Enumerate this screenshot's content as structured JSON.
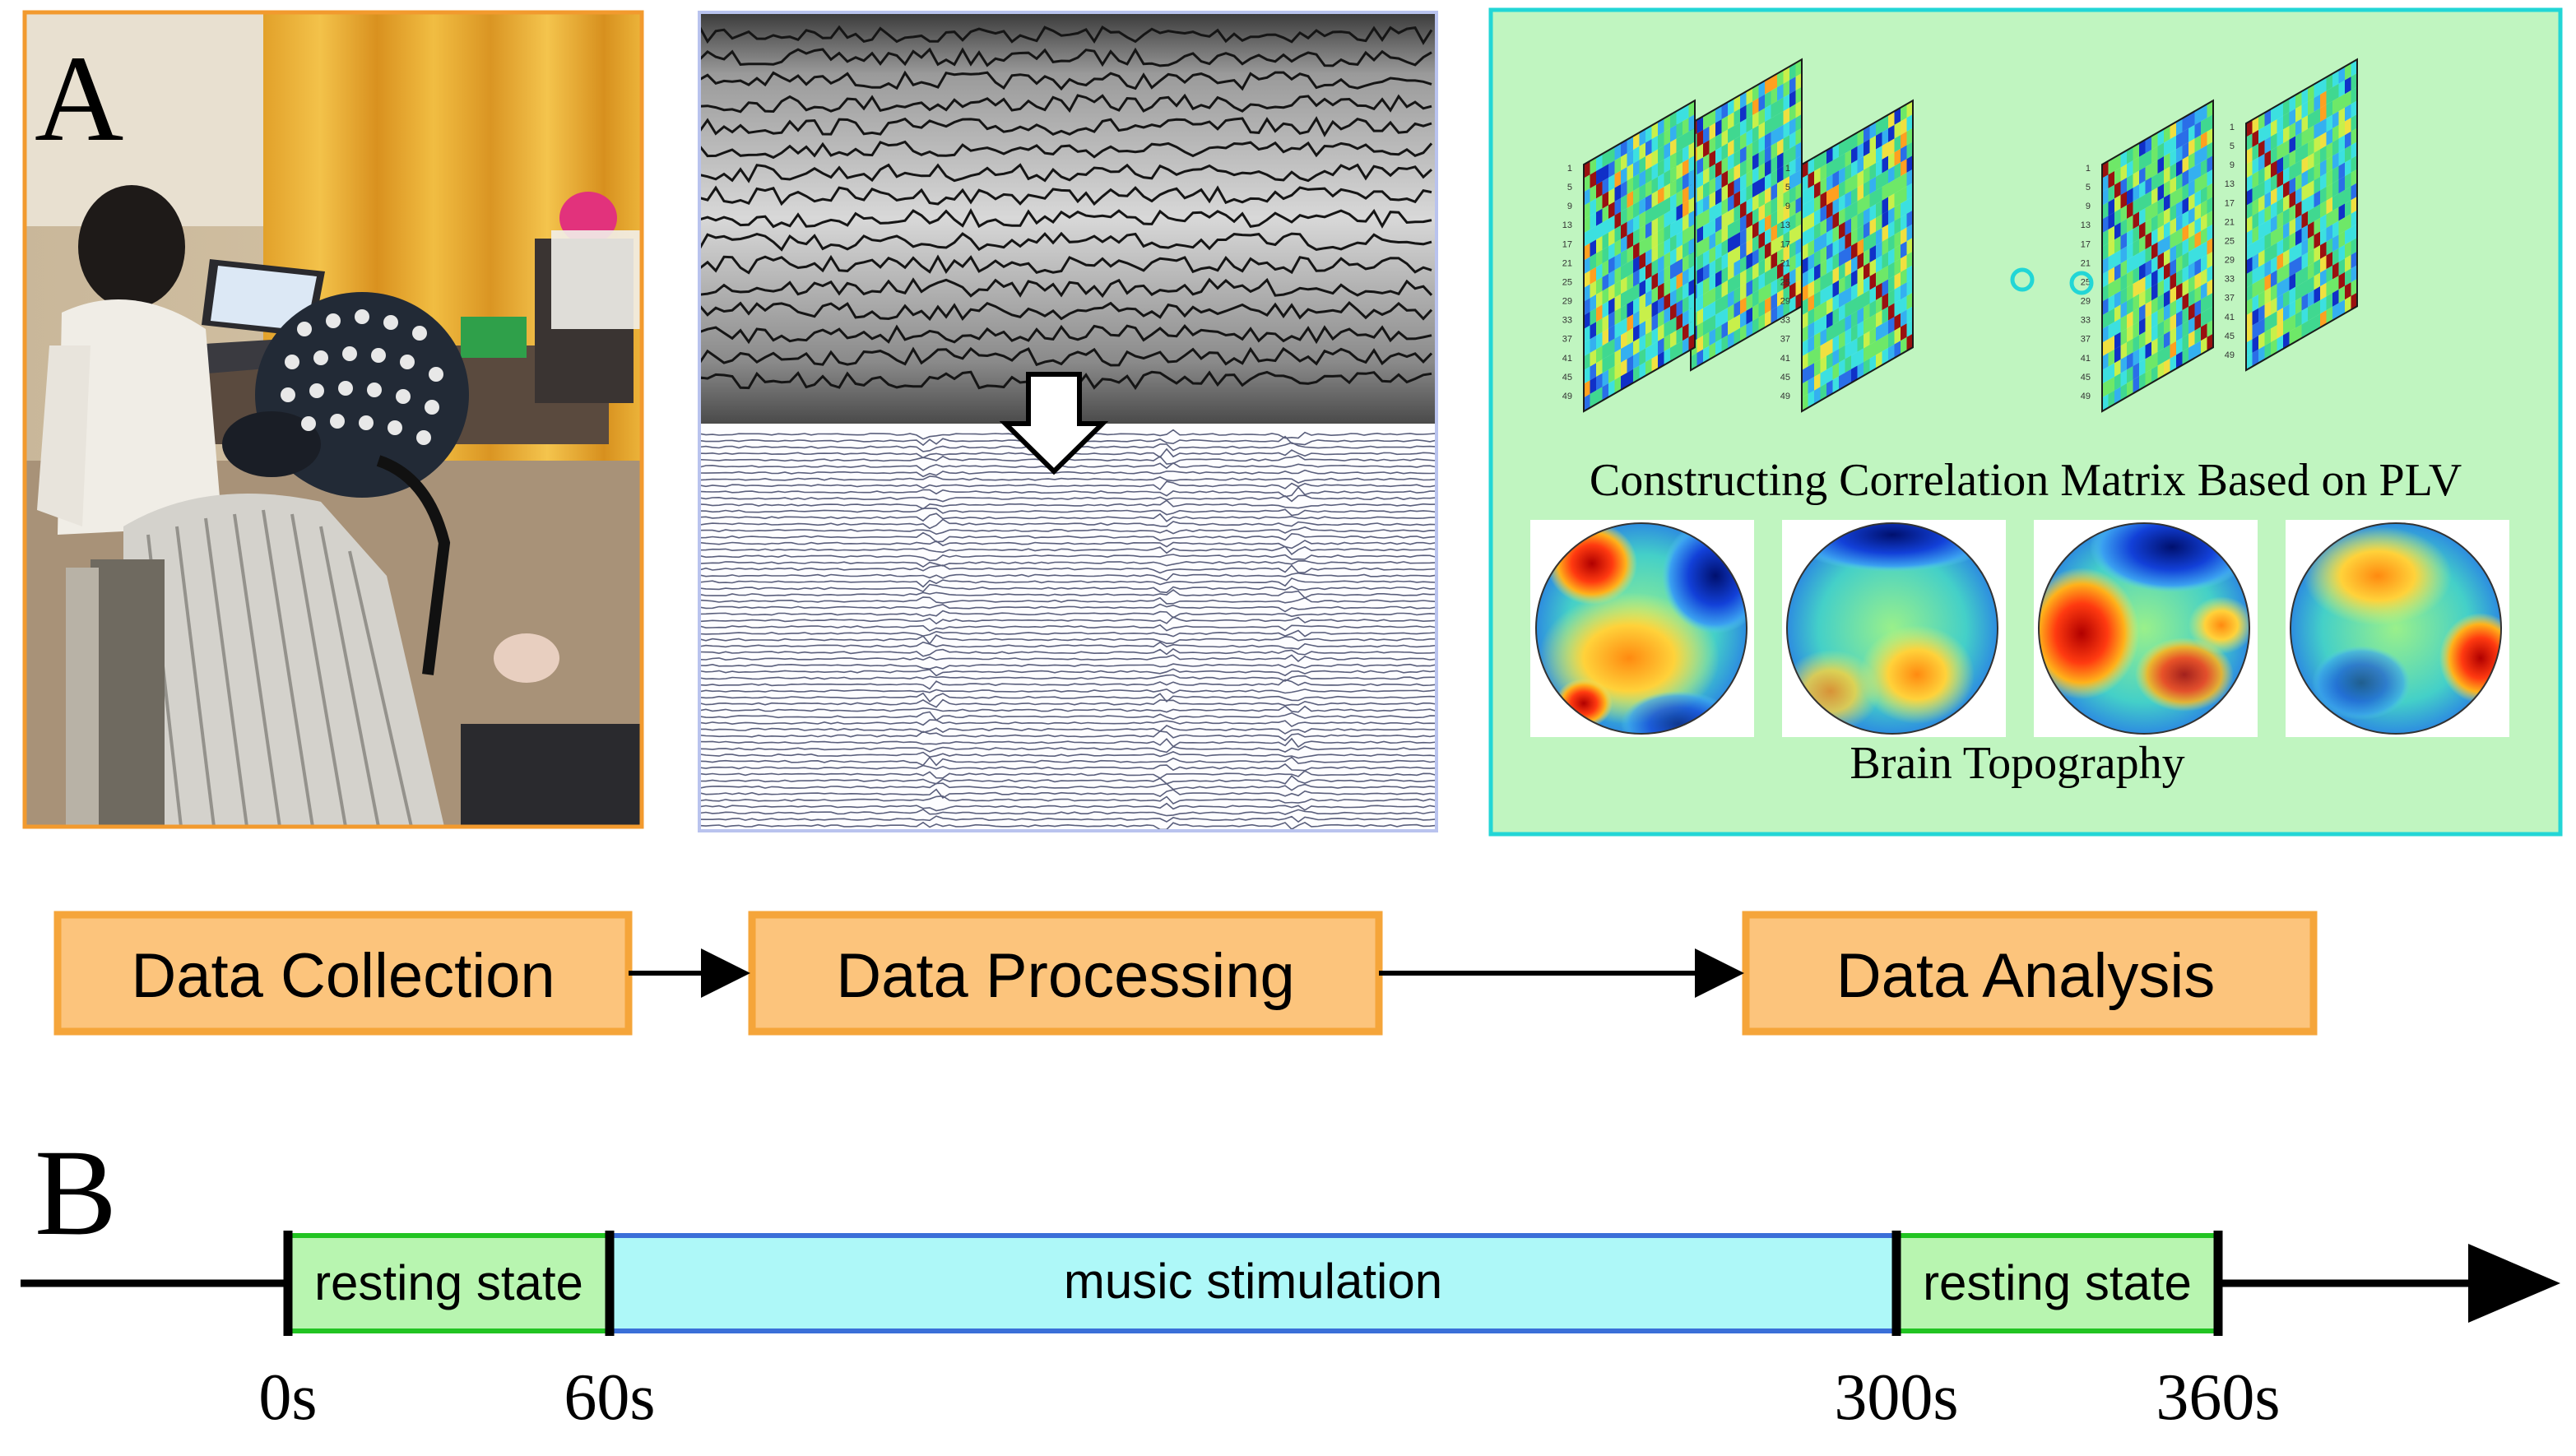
{
  "panel_a": {
    "letter": "A",
    "photo": {
      "icon": "eeg-recording-photo"
    },
    "processing": {
      "icon": "raw-to-filtered-eeg",
      "arrow_icon": "down-arrow-outline-icon"
    },
    "analysis": {
      "matrix_caption": "Constructing Correlation Matrix Based on PLV",
      "topography_caption": "Brain Topography",
      "matrix_axis_ticks": [
        "1",
        "5",
        "9",
        "13",
        "17",
        "21",
        "25",
        "29",
        "33",
        "37",
        "41",
        "45",
        "49"
      ]
    }
  },
  "pipeline": {
    "steps": [
      {
        "label": "Data Collection"
      },
      {
        "label": "Data Processing"
      },
      {
        "label": "Data Analysis"
      }
    ]
  },
  "panel_b": {
    "letter": "B",
    "segments": [
      {
        "label": "resting state",
        "start": 0,
        "end": 60,
        "color": "#b8f5b0",
        "border": "#22c422"
      },
      {
        "label": "music stimulation",
        "start": 60,
        "end": 300,
        "color": "#aef8f8",
        "border": "#3a6fd8"
      },
      {
        "label": "resting state",
        "start": 300,
        "end": 360,
        "color": "#b8f5b0",
        "border": "#22c422"
      }
    ],
    "ticks": [
      "0s",
      "60s",
      "300s",
      "360s"
    ]
  },
  "colors": {
    "photo_border": "#f29a2e",
    "processing_border": "#b9c3ee",
    "analysis_border": "#22d6d6",
    "analysis_bg": "#c0f5c0",
    "step_fill": "#fcc47c",
    "step_border": "#f5a53a"
  }
}
